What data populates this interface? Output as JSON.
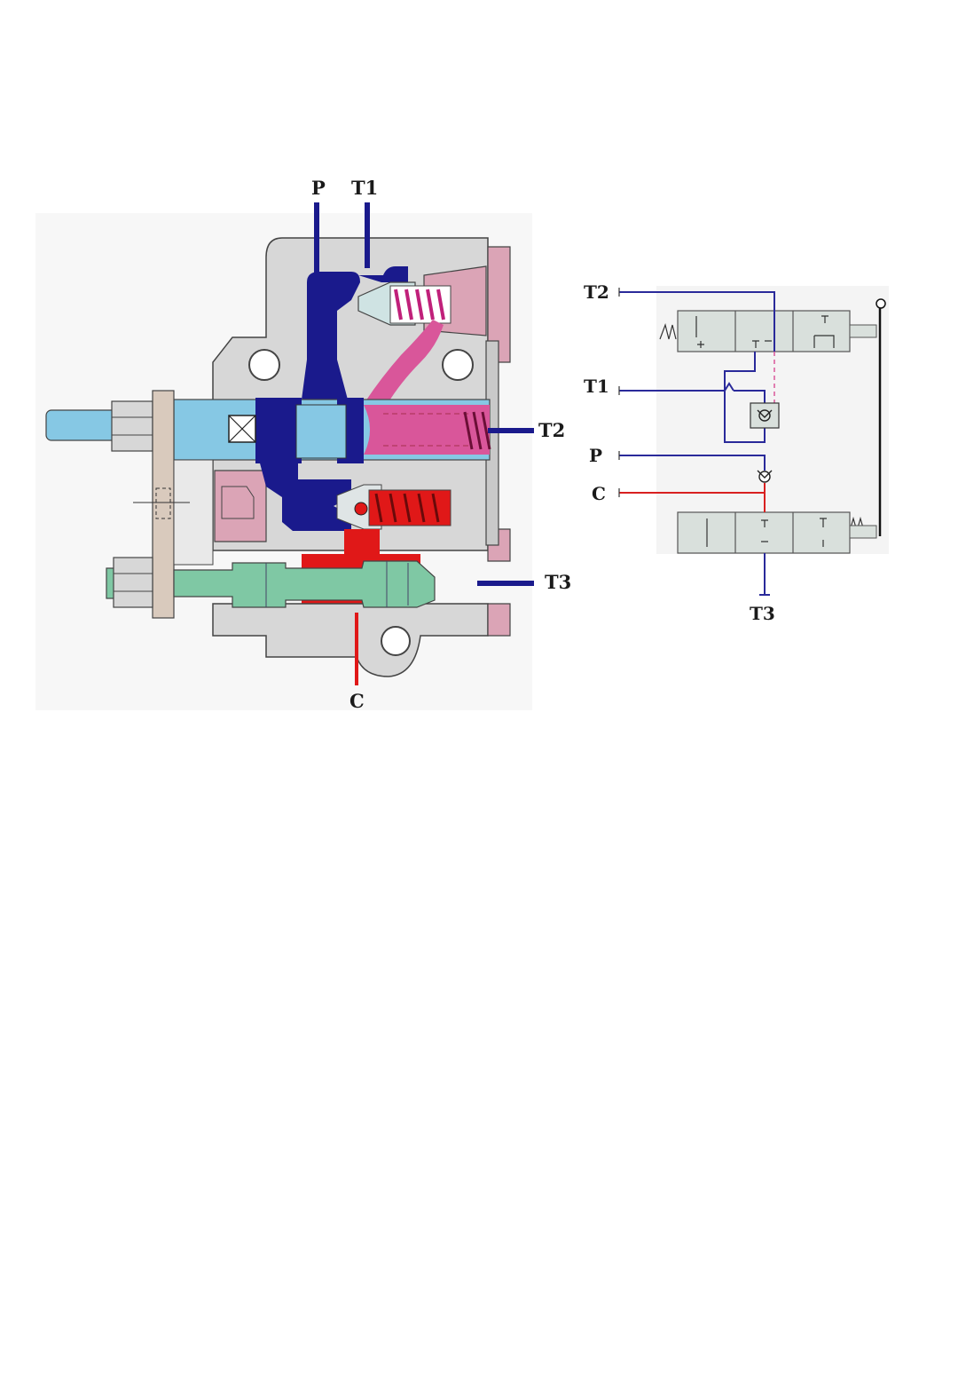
{
  "cross_section": {
    "ports": {
      "p": "P",
      "t1": "T1",
      "t2": "T2",
      "t3": "T3",
      "c": "C"
    }
  },
  "schematic": {
    "ports": {
      "t2": "T2",
      "t1": "T1",
      "p": "P",
      "c": "C",
      "t3": "T3"
    }
  },
  "colors": {
    "body_gray": "#d7d7d7",
    "pressure_blue": "#1a1a8c",
    "spool_light_blue": "#86c8e4",
    "pilot_pink": "#d9569a",
    "seat_pink": "#dba4b6",
    "control_red": "#e01818",
    "plunger_green": "#7fc8a4",
    "flange_beige": "#d9cabd",
    "schematic_blue": "#2a2a9a",
    "schematic_red": "#d82020"
  },
  "icons": [
    "spring-icon",
    "check-valve-icon",
    "ball-icon",
    "nut-icon"
  ]
}
